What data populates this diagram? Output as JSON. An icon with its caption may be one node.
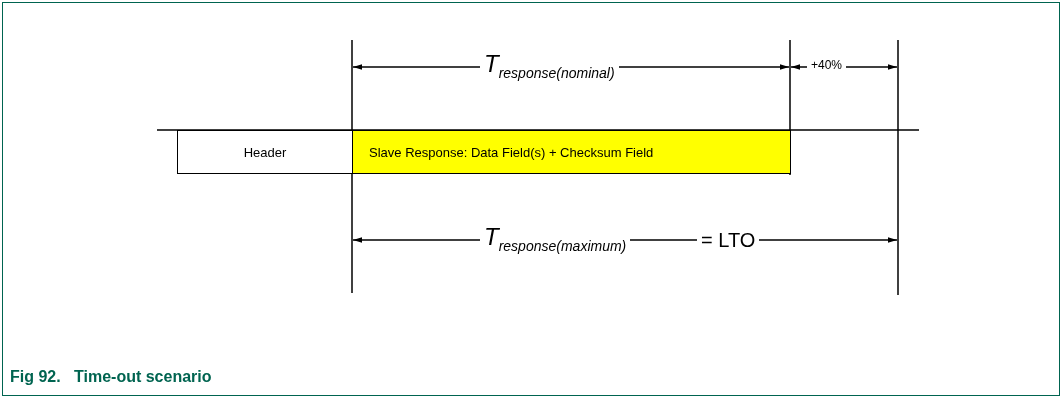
{
  "diagram": {
    "caption": "Fig 92.   Time-out scenario",
    "nodes": [
      {
        "text": [
          "Header"
        ]
      },
      {
        "text": [
          "Slave Response: Data Field(s) + Checksum Field"
        ]
      }
    ],
    "labels": [
      "T$_{response(nominal)}$",
      "+40%",
      "T$_{response(maximum)}$",
      "= LTO"
    ]
  }
}
